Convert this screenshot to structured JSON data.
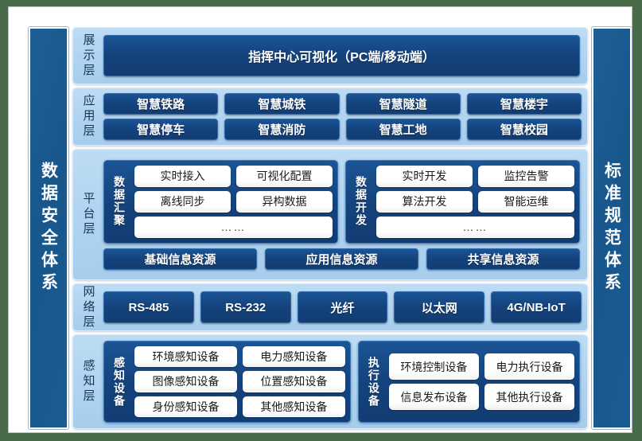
{
  "colors": {
    "page_background": "#4a6b4a",
    "card_background": "#ffffff",
    "pillar_blue": "#1a5c93",
    "layer_light_blue": "#b3d5f1",
    "chip_dark_blue": "#14427b",
    "chip_white": "#ffffff"
  },
  "pillars": {
    "left": {
      "label": "数据安全体系"
    },
    "right": {
      "label": "标准规范体系"
    }
  },
  "layers": {
    "presentation": {
      "label": "展示层",
      "banner": "指挥中心可视化（PC端/移动端）"
    },
    "application": {
      "label": "应用层",
      "rows": [
        [
          "智慧铁路",
          "智慧城铁",
          "智慧隧道",
          "智慧楼宇"
        ],
        [
          "智慧停车",
          "智慧消防",
          "智慧工地",
          "智慧校园"
        ]
      ]
    },
    "platform": {
      "label": "平台层",
      "groups": [
        {
          "label": "数据汇聚",
          "rows": [
            [
              "实时接入",
              "可视化配置"
            ],
            [
              "离线同步",
              "异构数据"
            ]
          ],
          "more": "……"
        },
        {
          "label": "数据开发",
          "rows": [
            [
              "实时开发",
              "监控告警"
            ],
            [
              "算法开发",
              "智能运维"
            ]
          ],
          "more": "……"
        }
      ],
      "resources": [
        "基础信息资源",
        "应用信息资源",
        "共享信息资源"
      ]
    },
    "network": {
      "label": "网络层",
      "items": [
        "RS-485",
        "RS-232",
        "光纤",
        "以太网",
        "4G/NB-IoT"
      ]
    },
    "perception": {
      "label": "感知层",
      "groups": [
        {
          "label": "感知设备",
          "rows": [
            [
              "环境感知设备",
              "电力感知设备"
            ],
            [
              "图像感知设备",
              "位置感知设备"
            ],
            [
              "身份感知设备",
              "其他感知设备"
            ]
          ]
        },
        {
          "label": "执行设备",
          "rows": [
            [
              "环境控制设备",
              "电力执行设备"
            ],
            [
              "信息发布设备",
              "其他执行设备"
            ]
          ]
        }
      ]
    }
  }
}
